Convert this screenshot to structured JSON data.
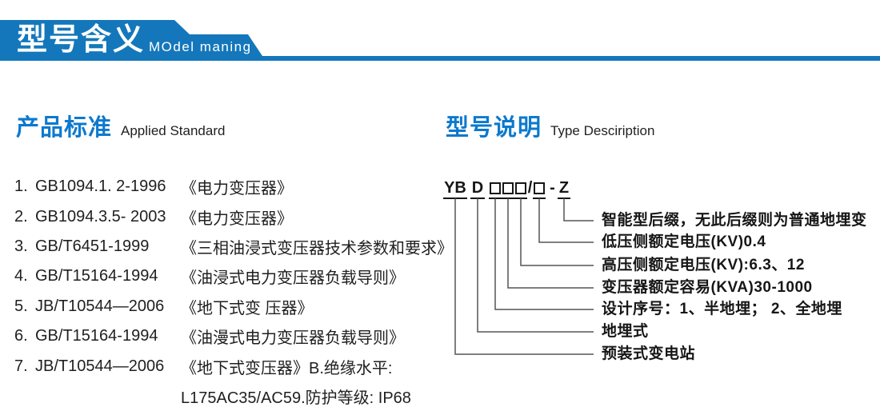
{
  "banner": {
    "title_zh": "型号含义",
    "title_en": "MOdel maning"
  },
  "left": {
    "heading_zh": "产品标准",
    "heading_en": "Applied Standard",
    "standards": [
      {
        "num": "1.",
        "code": "GB1094.1. 2-1996",
        "title": "《电力变压器》"
      },
      {
        "num": "2.",
        "code": "GB1094.3.5- 2003",
        "title": "《电力变压器》"
      },
      {
        "num": "3.",
        "code": "GB/T6451-1999",
        "title": "《三相油浸式变压器技术参数和要求》"
      },
      {
        "num": "4.",
        "code": "GB/T15164-1994",
        "title": "《油浸式电力变压器负载导则》"
      },
      {
        "num": "5.",
        "code": "JB/T10544—2006",
        "title": "《地下式变 压器》"
      },
      {
        "num": "6.",
        "code": "GB/T15164-1994",
        "title": "《油漫式电力变压器负载导则》"
      },
      {
        "num": "7.",
        "code": "JB/T10544—2006",
        "title": "《地下式变压器》B.绝缘水平:"
      }
    ],
    "continuation": "L175AC35/AC59.防护等级: IP68"
  },
  "right": {
    "heading_zh": "型号说明",
    "heading_en": "Type Desciription",
    "model": {
      "segments": [
        {
          "text": "YB"
        },
        {
          "text": "D"
        },
        {
          "box": true
        },
        {
          "box": true
        },
        {
          "box": true
        },
        {
          "text": "/",
          "plain": true
        },
        {
          "box": true
        },
        {
          "text": "-",
          "plain": true
        },
        {
          "text": "Z"
        }
      ]
    },
    "labels": [
      "智能型后缀，无此后缀则为普通地埋变",
      "低压侧额定电压(KV)0.4",
      "高压侧额定电压(KV):6.3、12",
      "变压器额定容易(KVA)30-1000",
      "设计序号：1、半地埋； 2、全地埋",
      "地埋式",
      "预装式变电站"
    ]
  },
  "colors": {
    "banner_blue": "#1477bb",
    "heading_blue": "#0d79cd",
    "text": "#1f1f1f",
    "line": "#555555"
  }
}
